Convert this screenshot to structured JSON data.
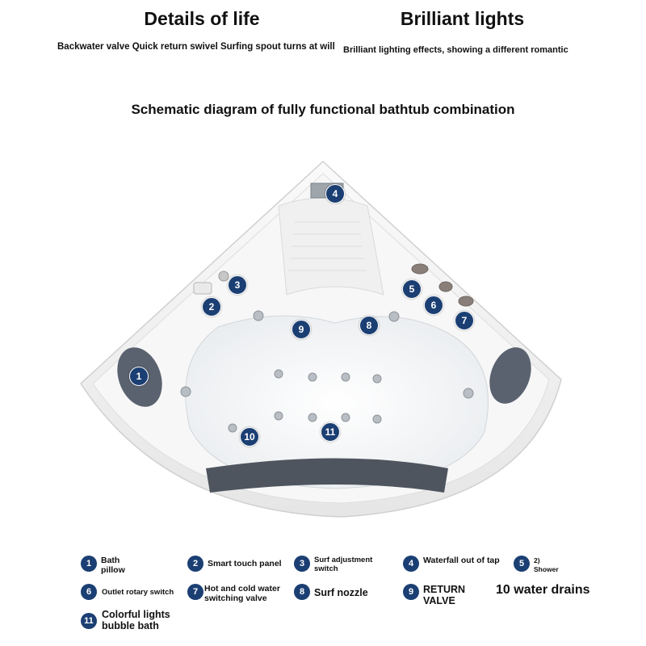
{
  "header": {
    "left_title": "Details of life",
    "left_desc": "Backwater valve Quick return swivel Surfing spout turns at will",
    "right_title": "Brilliant lights",
    "right_desc": "Brilliant lighting effects, showing a different romantic"
  },
  "diagram": {
    "title": "Schematic diagram of fully functional bathtub combination",
    "markers": [
      "1",
      "2",
      "3",
      "4",
      "5",
      "6",
      "7",
      "8",
      "9",
      "10",
      "11"
    ]
  },
  "legend": {
    "items": [
      {
        "num": "1",
        "label": "Bath pillow"
      },
      {
        "num": "2",
        "label": "Smart touch panel"
      },
      {
        "num": "3",
        "label": "Surf adjustment switch"
      },
      {
        "num": "4",
        "label": "Waterfall out of tap"
      },
      {
        "num": "5",
        "label": "2) Shower"
      },
      {
        "num": "6",
        "label": "Outlet rotary switch"
      },
      {
        "num": "7",
        "label": "Hot and cold water switching valve"
      },
      {
        "num": "8",
        "label": "Surf nozzle"
      },
      {
        "num": "9",
        "label": "RETURN VALVE"
      },
      {
        "num": "11",
        "label": "Colorful lights bubble bath"
      }
    ],
    "extra": "10 water drains"
  },
  "colors": {
    "badge": "#1b3f73",
    "tub": "#f4f4f4",
    "pillow": "#5a6270"
  }
}
